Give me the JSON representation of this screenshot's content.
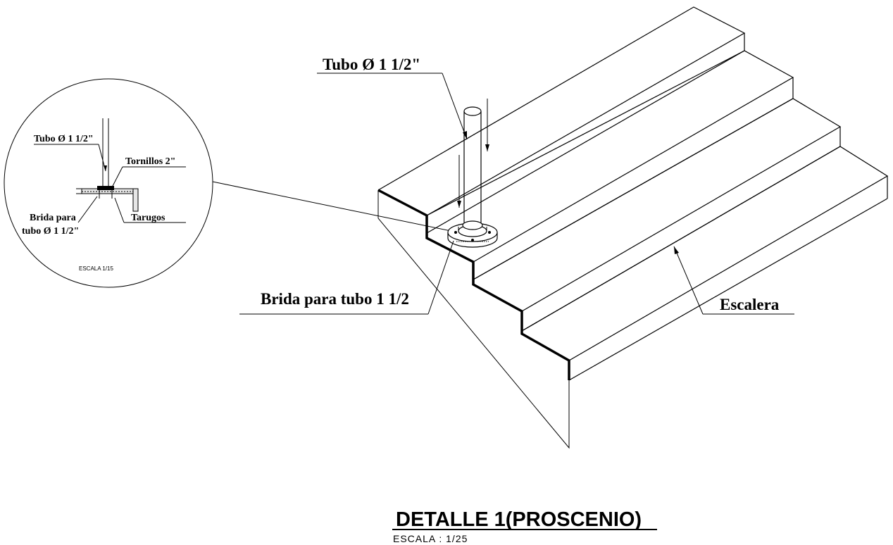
{
  "detail_circle": {
    "pipe_label": "Tubo Ø 1 1/2\"",
    "screws_label": "Tornillos 2\"",
    "flange_label_line1": "Brida para",
    "flange_label_line2": "tubo Ø 1 1/2\"",
    "plugs_label": "Tarugos",
    "scale_label": "ESCALA 1/15"
  },
  "main_view": {
    "pipe_label": "Tubo Ø 1 1/2\"",
    "flange_label": "Brida para tubo 1 1/2",
    "stair_label": "Escalera"
  },
  "title_block": {
    "title": "DETALLE 1(PROSCENIO)",
    "scale": "ESCALA  :  1/25"
  }
}
